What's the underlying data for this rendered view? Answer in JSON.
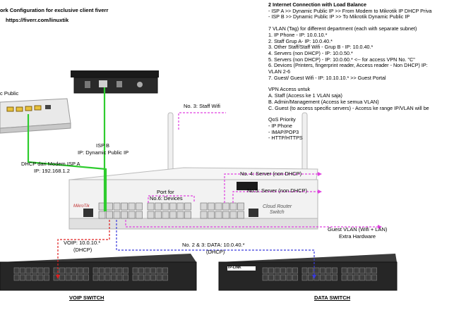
{
  "header": {
    "title_line": "ork Configuration for exclusive client fiverr",
    "url": "https://fiverr.com/linuxtik"
  },
  "notes": {
    "internet_title": "2 Internet Connection with Load Balance",
    "isp_a_line": "- ISP A >> Dynamic Public IP >> From Modem to Mikrotik IP DHCP Priva",
    "isp_b_line": "- ISP B >> Dynamic  Public IP >> To Mikrotik Dynamic Public IP",
    "vlan_title": "7 VLAN (Tag) for different department (each with separate subnet)",
    "vlan_items": [
      "1. IP Phone - IP: 10.0.10.*",
      "2. Staff  Grup A- IP: 10.0.40.*",
      "3. Other Staff/Staff Wifi - Grup B - IP: 10.0.40.*",
      "4. Servers (non DHCP) - IP: 10.0.50.*",
      "5. Servers (non DHCP) - IP: 10.0.60.* <-- for access VPN No. \"C\"",
      "6. Devices (Printers, fingerprint reader, Access reader - Non DHCP)   IP:",
      "VLAN 2-6",
      "7. Guest/ Guest Wifi - IP: 10.10.10.* >> Guest Portal"
    ],
    "vpn_title": "VPN Access untuk",
    "vpn_items": [
      "A. Staff (Access ke 1 VLAN saja)",
      "B. Admin/Management (Access ke semua VLAN)",
      "C. Guest (to access specific servers) - Access ke range IP/VLAN will be"
    ],
    "qos_title": "QoS Priority",
    "qos_items": [
      "- IP Phone",
      "- IMAP/POP3",
      "- HTTP/HTTPS"
    ]
  },
  "labels": {
    "modem_label": "c Public",
    "isp_b": "ISP B",
    "isp_b_ip": "IP: Dynamic Public IP",
    "dhcp_modem": "DHCP dari Modem ISP A",
    "dhcp_ip": "IP: 192.168.1.2",
    "staff_wifi": "No. 3: Staff Wifi",
    "server4": "No. 4: Server (non DHCP)",
    "server5": "No.5: Server (non DHCP)",
    "port_devices_1": "Port for",
    "port_devices_2": "No.6: Devices",
    "guest_vlan_1": "Guest VLAN (Wifi + LAN)",
    "guest_vlan_2": "Extra Hardware",
    "voip_1": "VOIP: 10.0.10.*",
    "voip_2": "(DHCP)",
    "data_1": "No. 2 & 3: DATA: 10.0.40.*",
    "data_2": "(DHCP)",
    "voip_switch": "VOIP SWITCH",
    "data_switch": "DATA SWITCH",
    "router_brand": "MikroTik",
    "router_model_1": "Cloud Router",
    "router_model_2": "Switch",
    "tplink_brand": "TP-LINK"
  },
  "colors": {
    "green_link": "#2ecc2e",
    "magenta_link": "#e040e0",
    "blue_link": "#3a3adc",
    "red_link": "#e02020"
  }
}
